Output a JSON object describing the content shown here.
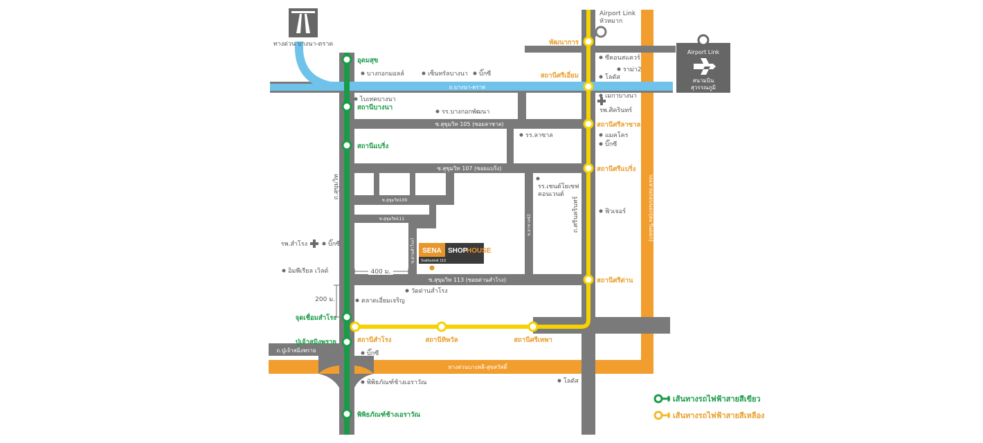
{
  "colors": {
    "road": "#7a7a7a",
    "green_line": "#1a9b48",
    "yellow_line": "#f5d200",
    "orange_road": "#f29e2e",
    "blue_road": "#6fc3ea",
    "station_green_text": "#1a9b48",
    "station_yellow_text": "#e89f2c"
  },
  "expressway": {
    "label": "ทางด่วน บางนา-ตราด"
  },
  "airport_link": {
    "station_label_line1": "Airport Link",
    "station_label_line2": "หัวหมาก",
    "airport_box_title": "Airport Link",
    "airport_name_line1": "สนามบิน",
    "airport_name_line2": "สุวรรณภูมิ"
  },
  "roads": {
    "bangna_trat": "ถ.บางนา-ตราด",
    "soi105": "ซ.สุขุมวิท 105 (ซอยลาซาล)",
    "soi107": "ซ.สุขุมวิท 107 (ซอยแบริ่ง)",
    "soi109": "ซ.สุขุมวิท109",
    "soi111": "ซ.สุขุมวิท111",
    "soi113": "ซ.สุขุมวิท 113 (ซอยด่านสำโรง)",
    "sukhumvit": "ถ.สุขุมวิท",
    "soi_samrong7": "ซ.ด่านสำโรง7",
    "soi_lasalle42": "ซ.ลาซาล42",
    "srinakarin": "ถ.ศรีนครินทร์",
    "pu_chao": "ถ.ปู่เจ้าสมิงพราย",
    "bang_phli_expressway": "ทางด่วนบางพลี-สุขสวัสดิ์",
    "kanchanaphisek": "วงแหวนรอบนอก(ตะวันออก)"
  },
  "green_stations": [
    "อุดมสุข",
    "สถานีบางนา",
    "สถานีแบริ่ง",
    "จุดเชื่อมสำโรง",
    "ปู่เจ้าสมิงพราย",
    "พิพิธภัณฑ์ช้างเอราวัณ"
  ],
  "yellow_stations": [
    "พัฒนาการ",
    "สถานีศรีเอี่ยม",
    "สถานีศรีลาซาล",
    "สถานีศรีแบริ่ง",
    "สถานีศรีด่าน",
    "สถานีสำโรง",
    "สถานีทิพวัล",
    "สถานีศรีเทพา"
  ],
  "landmarks": {
    "bangkok_mall": "บางกอกมอลล์",
    "central_bangna": "เซ็นทรัลบางนา",
    "bigc_bangna": "บิ๊กซี",
    "biotech_bangna": "ไบเทคบางนา",
    "bangkok_patana": "รร.บางกอกพัฒนา",
    "lasalle_school": "รร.ลาซาล",
    "st_joseph_1": "รร.เซนต์โยเซฟ",
    "st_joseph_2": "คอนเวนต์",
    "seacon_square": "ซีคอนสแควร์",
    "rama2": "ราม่า2",
    "lotus_1": "โลตัส",
    "mega_bangna": "เมกาบางนา",
    "srinakarin_hosp": "รพ.ศิครินทร์",
    "makro": "แมคโคร",
    "bigc_2": "บิ๊กซี",
    "future": "ฟิวเจอร์",
    "samrong_hosp": "รพ.สำโรง",
    "bigc_3": "บิ๊กซี",
    "imperial": "อิมพีเรียล เวิลด์",
    "wat_dan": "วัดด่านสำโรง",
    "talad": "ตลาดเอี่ยมเจริญ",
    "bigc_4": "บิ๊กซี",
    "erawan_museum": "พิพิธภัณฑ์ช้างเอราวัณ",
    "lotus_2": "โลตัส"
  },
  "distances": {
    "d400": "400 ม.",
    "d200": "200 ม."
  },
  "project": {
    "brand": "SENA",
    "name_a": "SHOP",
    "name_b": "HOUSE",
    "sub": "Sukhumvit 113"
  },
  "legend": {
    "green": "เส้นทางรถไฟฟ้าสายสีเขียว",
    "yellow": "เส้นทางรถไฟฟ้าสายสีเหลือง"
  }
}
